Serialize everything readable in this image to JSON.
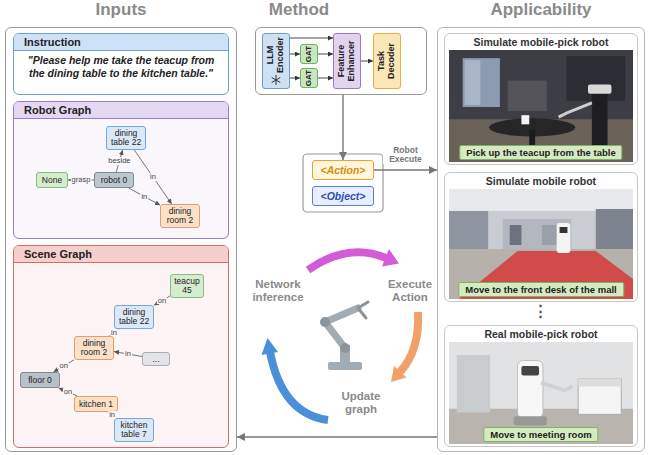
{
  "diagram": {
    "nodes": [
      {
        "text": [
          "Inputs"
        ]
      },
      {
        "text": [
          "Instruction",
          "\"Please help me take the teacup from the dining table to the kitchen table.\""
        ],
        "in": 0
      },
      {
        "text": [
          "Robot Graph"
        ],
        "in": 0
      },
      {
        "text": [
          "dining table 22"
        ],
        "in": 2
      },
      {
        "text": [
          "None"
        ],
        "in": 2
      },
      {
        "text": [
          "robot 0"
        ],
        "in": 2
      },
      {
        "text": [
          "dining room 2"
        ],
        "in": 2
      },
      {
        "text": [
          "Scene Graph"
        ],
        "in": 0
      },
      {
        "text": [
          "teacup 45"
        ],
        "in": 7
      },
      {
        "text": [
          "dining table 22"
        ],
        "in": 7
      },
      {
        "text": [
          "dining room 2"
        ],
        "in": 7
      },
      {
        "text": [
          "..."
        ],
        "in": 7
      },
      {
        "text": [
          "floor 0"
        ],
        "in": 7
      },
      {
        "text": [
          "kitchen 1"
        ],
        "in": 7
      },
      {
        "text": [
          "kitchen table 7"
        ],
        "in": 7
      },
      {
        "text": [
          "Method"
        ]
      },
      {
        "text": [
          "LLM Encoder"
        ],
        "in": 15
      },
      {
        "text": [
          "GAT"
        ],
        "in": 15
      },
      {
        "text": [
          "GAT"
        ],
        "in": 15
      },
      {
        "text": [
          "Feature Enhancer"
        ],
        "in": 15
      },
      {
        "text": [
          "Task Decoder"
        ],
        "in": 15
      },
      {
        "text": [
          "<Action>"
        ]
      },
      {
        "text": [
          "<Object>"
        ]
      },
      {
        "text": [
          "Applicability"
        ]
      },
      {
        "text": [
          "Simulate mobile-pick robot",
          "Pick up the teacup from the table"
        ],
        "in": 23
      },
      {
        "text": [
          "Simulate mobile robot",
          "Move to the front desk of the mall"
        ],
        "in": 23
      },
      {
        "text": [
          "Real mobile-pick robot",
          "Move to meeting room"
        ],
        "in": 23
      }
    ],
    "edges": [
      {
        "from": 5,
        "to": 3,
        "label": "beside",
        "arrow": "to"
      },
      {
        "from": 5,
        "to": 4,
        "label": "grasp",
        "arrow": "to"
      },
      {
        "from": 5,
        "to": 6,
        "label": "in",
        "arrow": "to"
      },
      {
        "from": 3,
        "to": 6,
        "label": "in",
        "arrow": "to"
      },
      {
        "from": 8,
        "to": 9,
        "label": "on",
        "arrow": "to"
      },
      {
        "from": 9,
        "to": 10,
        "label": "in",
        "arrow": "to"
      },
      {
        "from": 11,
        "to": 10,
        "label": "in",
        "arrow": "to"
      },
      {
        "from": 10,
        "to": 12,
        "label": "on",
        "arrow": "to"
      },
      {
        "from": 13,
        "to": 12,
        "label": "on",
        "arrow": "to"
      },
      {
        "from": 14,
        "to": 13,
        "label": "in",
        "arrow": "to"
      },
      {
        "from": 16,
        "to": 17,
        "arrow": "to"
      },
      {
        "from": 16,
        "to": 18,
        "arrow": "to"
      },
      {
        "from": 16,
        "to": 19,
        "arrow": "to"
      },
      {
        "from": 17,
        "to": 19,
        "arrow": "to"
      },
      {
        "from": 18,
        "to": 19,
        "arrow": "to"
      },
      {
        "from": 19,
        "to": 20,
        "arrow": "to"
      },
      {
        "from": 15,
        "to": 21,
        "arrow": "to"
      },
      {
        "from": 21,
        "to": 23,
        "label": "Robot Execute",
        "arrow": "to"
      },
      {
        "from": 23,
        "to": 0,
        "arrow": "to"
      }
    ],
    "labels": [
      "Network inference",
      "Execute Action",
      "Update graph",
      "⋮"
    ]
  }
}
